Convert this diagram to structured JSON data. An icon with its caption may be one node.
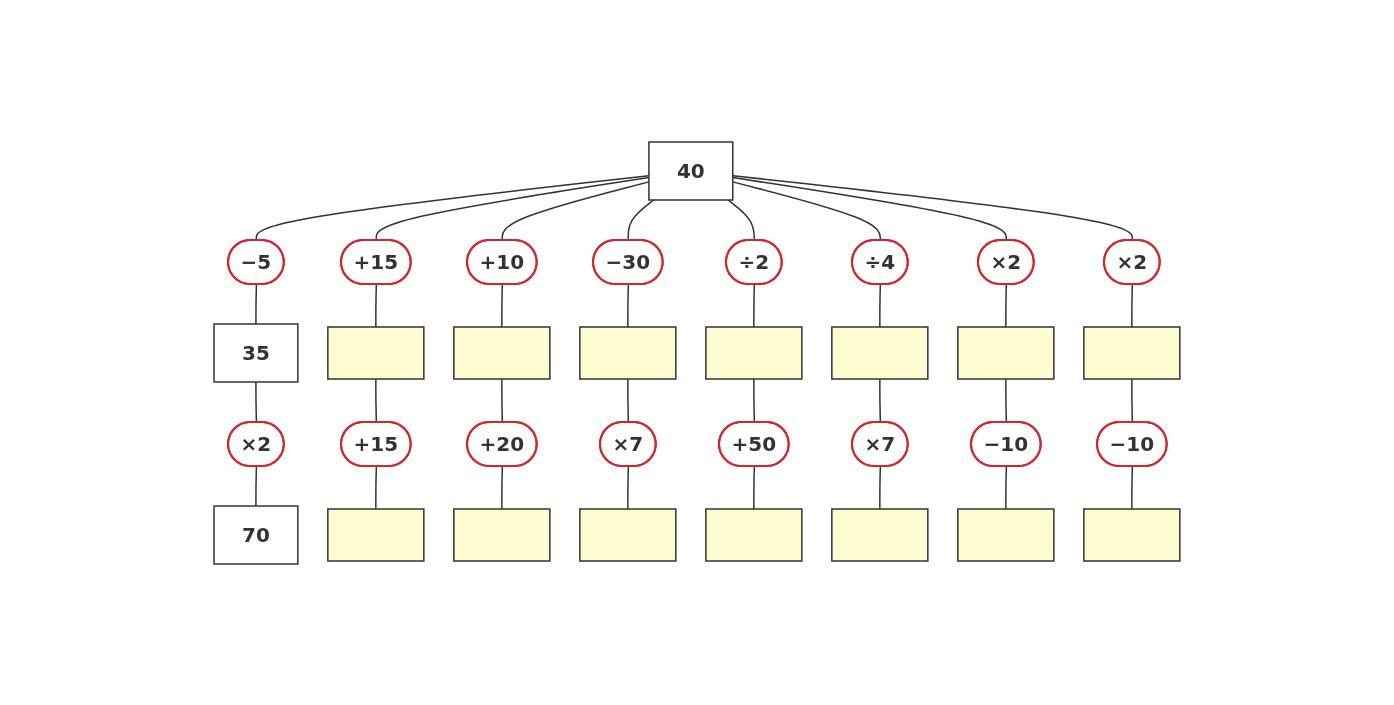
{
  "diagram": {
    "nodes": [
      {
        "text": [],
        "shape": "box"
      },
      {
        "text": [
          "70"
        ]
      },
      {
        "text": [],
        "shape": "box"
      },
      {
        "text": [
          "+15"
        ]
      },
      {
        "text": [
          "×2"
        ]
      },
      {
        "text": [
          "+20"
        ]
      },
      {
        "text": [],
        "shape": "box"
      },
      {
        "text": [
          "35"
        ]
      },
      {
        "text": [],
        "shape": "box"
      },
      {
        "text": [
          "+15"
        ]
      },
      {
        "text": [
          "−5"
        ]
      },
      {
        "text": [
          "+10"
        ]
      },
      {
        "text": [],
        "shape": "box"
      },
      {
        "text": [
          "×7"
        ]
      },
      {
        "text": [],
        "shape": "box"
      },
      {
        "text": [
          "−30"
        ]
      },
      {
        "text": [
          "40"
        ]
      },
      {
        "text": [
          "÷2"
        ]
      },
      {
        "text": [],
        "shape": "box"
      },
      {
        "text": [
          "+50"
        ]
      },
      {
        "text": [],
        "shape": "box"
      },
      {
        "text": [
          "÷4"
        ]
      },
      {
        "text": [
          "×2"
        ]
      },
      {
        "text": [
          "×2"
        ]
      },
      {
        "text": [],
        "shape": "box"
      },
      {
        "text": [],
        "shape": "box"
      },
      {
        "text": [],
        "shape": "box"
      },
      {
        "text": [
          "×7"
        ]
      },
      {
        "text": [
          "−10"
        ]
      },
      {
        "text": [
          "−10"
        ]
      },
      {
        "text": [],
        "shape": "box"
      },
      {
        "text": [],
        "shape": "box"
      },
      {
        "text": [],
        "shape": "box"
      }
    ],
    "edges": [
      {
        "from": 16,
        "to": 10,
        "arrow": "none"
      },
      {
        "from": 10,
        "to": 7,
        "arrow": "none"
      },
      {
        "from": 7,
        "to": 4,
        "arrow": "none"
      },
      {
        "from": 4,
        "to": 1,
        "arrow": "none"
      },
      {
        "from": 16,
        "to": 9,
        "arrow": "none"
      },
      {
        "from": 9,
        "to": 6,
        "arrow": "none"
      },
      {
        "from": 6,
        "to": 3,
        "arrow": "none"
      },
      {
        "from": 3,
        "to": 0,
        "arrow": "none"
      },
      {
        "from": 16,
        "to": 11,
        "arrow": "none"
      },
      {
        "from": 11,
        "to": 8,
        "arrow": "none"
      },
      {
        "from": 8,
        "to": 5,
        "arrow": "none"
      },
      {
        "from": 5,
        "to": 2,
        "arrow": "none"
      },
      {
        "from": 16,
        "to": 15,
        "arrow": "none"
      },
      {
        "from": 15,
        "to": 14,
        "arrow": "none"
      },
      {
        "from": 14,
        "to": 13,
        "arrow": "none"
      },
      {
        "from": 13,
        "to": 12,
        "arrow": "none"
      },
      {
        "from": 16,
        "to": 17,
        "arrow": "none"
      },
      {
        "from": 17,
        "to": 18,
        "arrow": "none"
      },
      {
        "from": 18,
        "to": 19,
        "arrow": "none"
      },
      {
        "from": 19,
        "to": 20,
        "arrow": "none"
      },
      {
        "from": 16,
        "to": 21,
        "arrow": "none"
      },
      {
        "from": 21,
        "to": 24,
        "arrow": "none"
      },
      {
        "from": 24,
        "to": 27,
        "arrow": "none"
      },
      {
        "from": 27,
        "to": 30,
        "arrow": "none"
      },
      {
        "from": 16,
        "to": 22,
        "arrow": "none"
      },
      {
        "from": 22,
        "to": 25,
        "arrow": "none"
      },
      {
        "from": 25,
        "to": 28,
        "arrow": "none"
      },
      {
        "from": 28,
        "to": 31,
        "arrow": "none"
      },
      {
        "from": 16,
        "to": 23,
        "arrow": "none"
      },
      {
        "from": 23,
        "to": 26,
        "arrow": "none"
      },
      {
        "from": 26,
        "to": 29,
        "arrow": "none"
      },
      {
        "from": 29,
        "to": 32,
        "arrow": "none"
      }
    ]
  }
}
